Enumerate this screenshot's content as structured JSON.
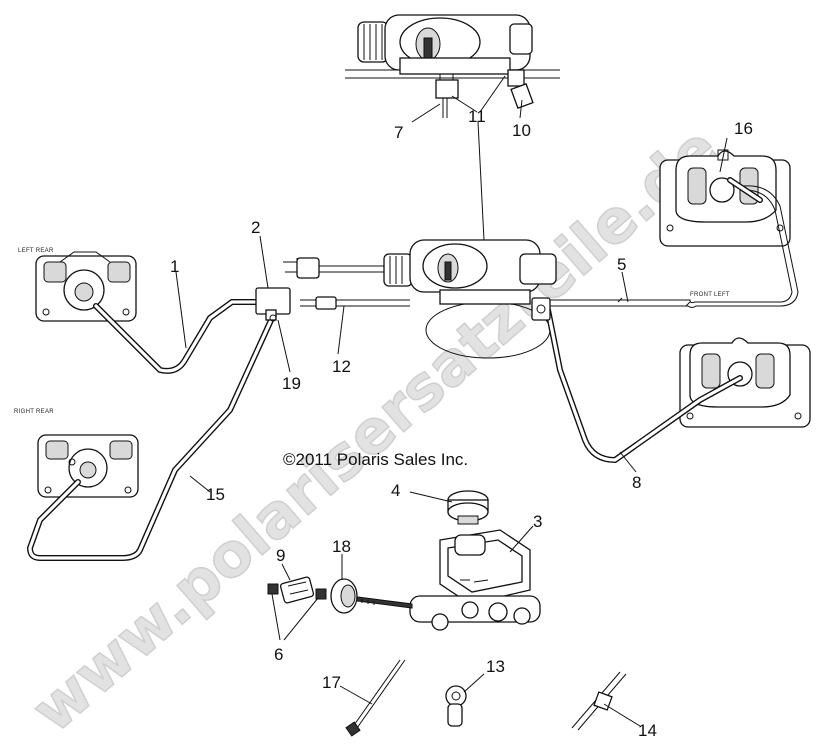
{
  "copyright": "©2011 Polaris Sales Inc.",
  "watermark": "www.polarisersatzteile.de",
  "caliper_labels": {
    "left_rear": "LEFT REAR",
    "right_rear": "RIGHT REAR",
    "front_left": "FRONT LEFT"
  },
  "callouts": {
    "c1": "1",
    "c2": "2",
    "c3": "3",
    "c4": "4",
    "c5": "5",
    "c6": "6",
    "c7": "7",
    "c8": "8",
    "c9": "9",
    "c10": "10",
    "c11": "11",
    "c12": "12",
    "c13": "13",
    "c14": "14",
    "c15": "15",
    "c16": "16",
    "c17": "17",
    "c18": "18",
    "c19": "19"
  }
}
